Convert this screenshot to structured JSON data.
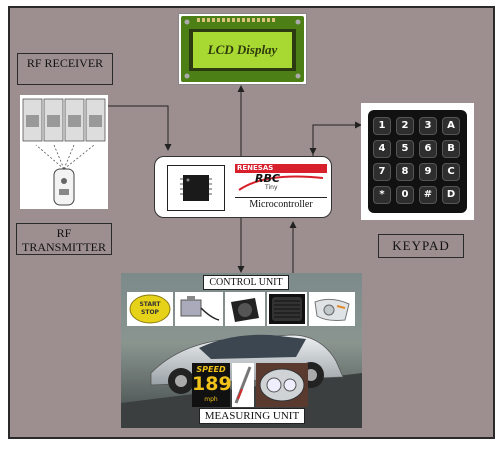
{
  "labels": {
    "rf_receiver": "RF RECEIVER",
    "rf_transmitter": "RF TRANSMITTER",
    "keypad": "KEYPAD",
    "microcontroller": "Microcontroller",
    "control_unit": "CONTROL UNIT",
    "measuring_unit": "MEASURING UNIT"
  },
  "lcd": {
    "text": "LCD Display"
  },
  "chip": {
    "brand": "RENESAS",
    "logo": "RBC",
    "sub": "Tiny"
  },
  "keypad_keys": [
    "1",
    "2",
    "3",
    "A",
    "4",
    "5",
    "6",
    "B",
    "7",
    "8",
    "9",
    "C",
    "*",
    "0",
    "#",
    "D"
  ],
  "start_stop": {
    "line1": "START",
    "line2": "STOP"
  },
  "speed": {
    "label": "SPEED",
    "value": "189",
    "unit": "mph"
  },
  "colors": {
    "background": "#9d8f90",
    "lcd_green": "#a8d832",
    "renesas_red": "#d8202c"
  }
}
